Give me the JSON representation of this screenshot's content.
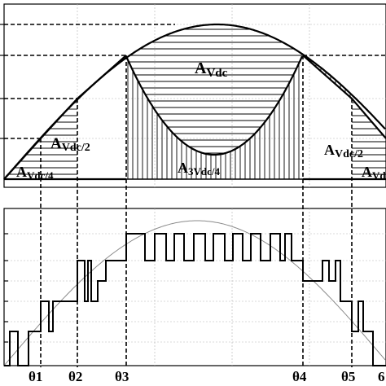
{
  "figure": {
    "area_labels": {
      "vdc": {
        "main": "A",
        "sub": "Vdc"
      },
      "vdc_half_left": {
        "main": "A",
        "sub": "Vdc/2"
      },
      "vdc_half_right": {
        "main": "A",
        "sub": "Vdc/2"
      },
      "vdc_quarter_left": {
        "main": "A",
        "sub": "Vdc/4"
      },
      "vdc_quarter_right": {
        "main": "A",
        "sub": "Vdc/"
      },
      "three_vdc_quarter": {
        "main": "A",
        "sub": "3Vdc/4"
      }
    },
    "angles": [
      "θ1",
      "θ2",
      "θ3",
      "θ4",
      "θ5"
    ],
    "right_edge_partial_label": "6",
    "colors": {
      "ink": "#000000",
      "grid": "#b4b4b4",
      "sine": "#8a8a8a"
    }
  }
}
